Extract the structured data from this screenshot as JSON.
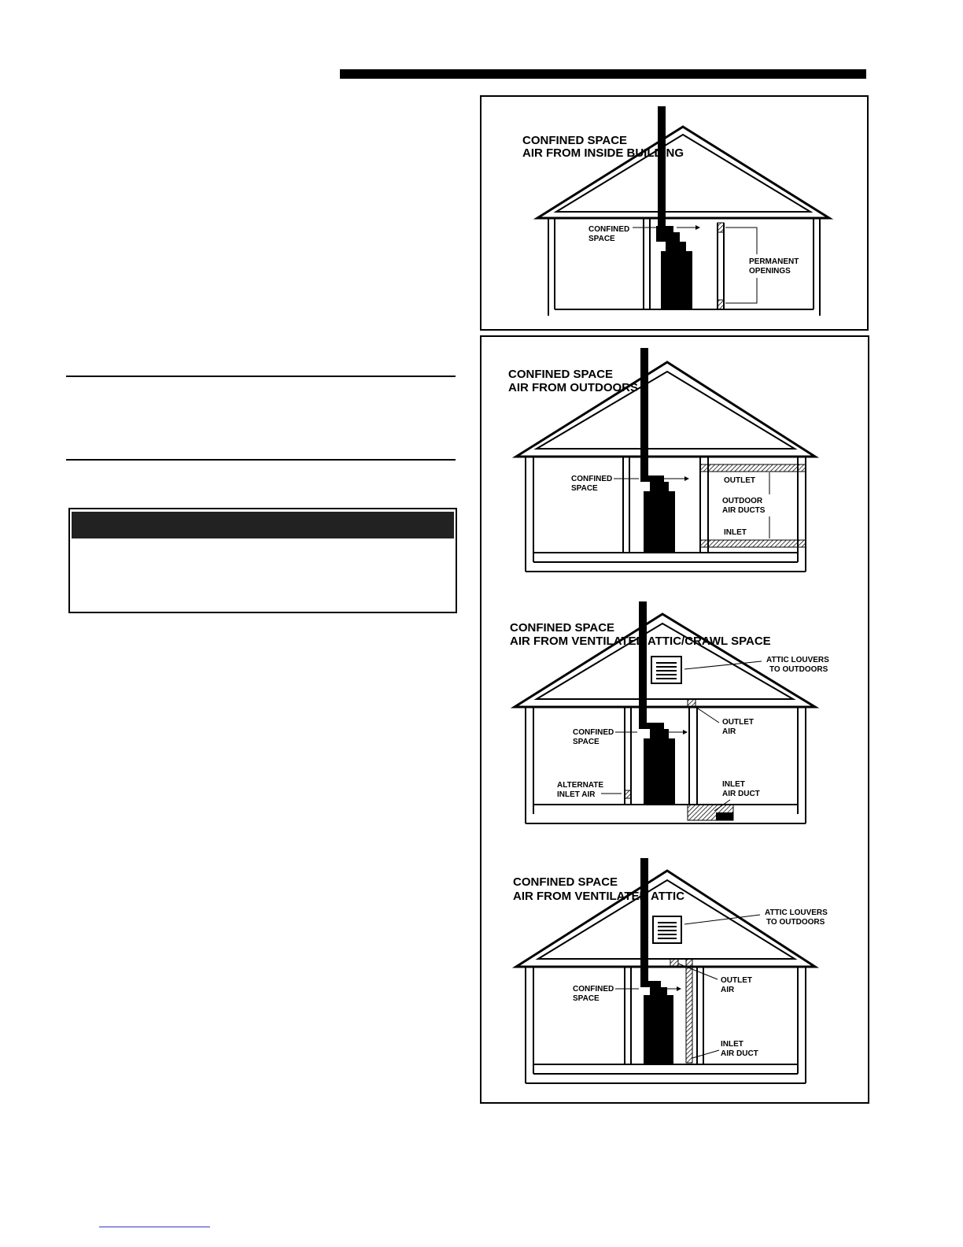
{
  "figures": [
    {
      "title_line1": "CONFINED SPACE",
      "title_line2": "AIR FROM INSIDE BUILDING",
      "labels": {
        "confined_1": "CONFINED",
        "confined_2": "SPACE",
        "perm_1": "PERMANENT",
        "perm_2": "OPENINGS"
      }
    },
    {
      "title_line1": "CONFINED SPACE",
      "title_line2": "AIR FROM OUTDOORS",
      "labels": {
        "confined_1": "CONFINED",
        "confined_2": "SPACE",
        "outlet": "OUTLET",
        "ducts_1": "OUTDOOR",
        "ducts_2": "AIR DUCTS",
        "inlet": "INLET"
      }
    },
    {
      "title_line1": "CONFINED SPACE",
      "title_line2": "AIR FROM VENTILATED ATTIC/CRAWL SPACE",
      "labels": {
        "louvers_1": "ATTIC LOUVERS",
        "louvers_2": "TO OUTDOORS",
        "confined_1": "CONFINED",
        "confined_2": "SPACE",
        "outlet_1": "OUTLET",
        "outlet_2": "AIR",
        "alt_1": "ALTERNATE",
        "alt_2": "INLET AIR",
        "inlet_1": "INLET",
        "inlet_2": "AIR DUCT"
      }
    },
    {
      "title_line1": "CONFINED SPACE",
      "title_line2": "AIR FROM VENTILATED ATTIC",
      "labels": {
        "louvers_1": "ATTIC LOUVERS",
        "louvers_2": "TO OUTDOORS",
        "confined_1": "CONFINED",
        "confined_2": "SPACE",
        "outlet_1": "OUTLET",
        "outlet_2": "AIR",
        "inlet_1": "INLET",
        "inlet_2": "AIR DUCT"
      }
    }
  ]
}
